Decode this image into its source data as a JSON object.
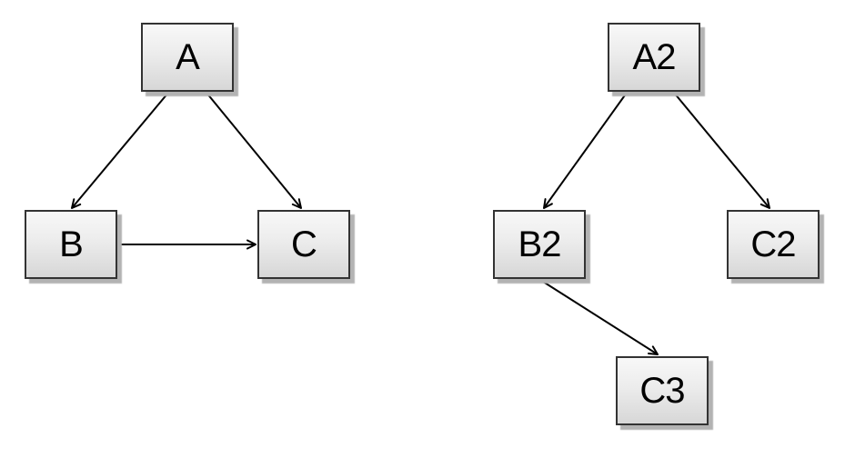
{
  "graphs": {
    "left": {
      "nodes": [
        {
          "id": "A",
          "label": "A"
        },
        {
          "id": "B",
          "label": "B"
        },
        {
          "id": "C",
          "label": "C"
        }
      ],
      "edges": [
        {
          "from": "A",
          "to": "B"
        },
        {
          "from": "A",
          "to": "C"
        },
        {
          "from": "B",
          "to": "C"
        }
      ]
    },
    "right": {
      "nodes": [
        {
          "id": "A2",
          "label": "A2"
        },
        {
          "id": "B2",
          "label": "B2"
        },
        {
          "id": "C2",
          "label": "C2"
        },
        {
          "id": "C3",
          "label": "C3"
        }
      ],
      "edges": [
        {
          "from": "A2",
          "to": "B2"
        },
        {
          "from": "A2",
          "to": "C2"
        },
        {
          "from": "B2",
          "to": "C3"
        }
      ]
    }
  },
  "colors": {
    "background": "#ffffff",
    "node_border": "#333333",
    "node_fill_top": "#f8f8f8",
    "node_fill_bottom": "#d7d7d7",
    "node_shadow": "#b3b3b3",
    "edge": "#000000",
    "text": "#000000"
  }
}
